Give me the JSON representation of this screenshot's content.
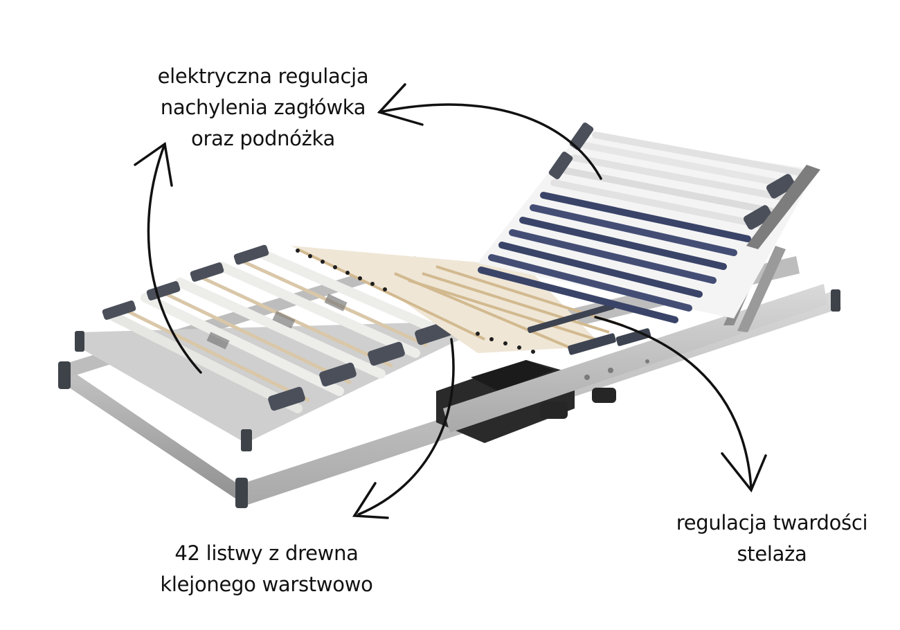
{
  "image": {
    "subject": "Electrically adjustable slatted bed base (stelaż)",
    "background": "#ffffff"
  },
  "callouts": {
    "tilt": {
      "lines": [
        "elektryczna regulacja",
        "nachylenia zagłówka",
        "oraz podnóżka"
      ],
      "arrows": [
        "to headrest section",
        "to footrest section"
      ]
    },
    "slats": {
      "lines": [
        "42 listwy z drewna",
        "klejonego warstwowo"
      ],
      "arrow": "from footrest edge down to label"
    },
    "firmness": {
      "lines": [
        "regulacja twardości",
        "stelaża"
      ],
      "arrow": "from firmness sliders down to label"
    }
  },
  "colors": {
    "text": "#111111",
    "arrow": "#111111",
    "frame": "#c9c9c9",
    "frame_shadow": "#9a9a9a",
    "slat_light": "#e9e9e6",
    "slat_wood": "#d8c3a0",
    "slat_blue": "#3a4468",
    "caps": "#4a4f5a",
    "motor": "#2a2a2a"
  }
}
